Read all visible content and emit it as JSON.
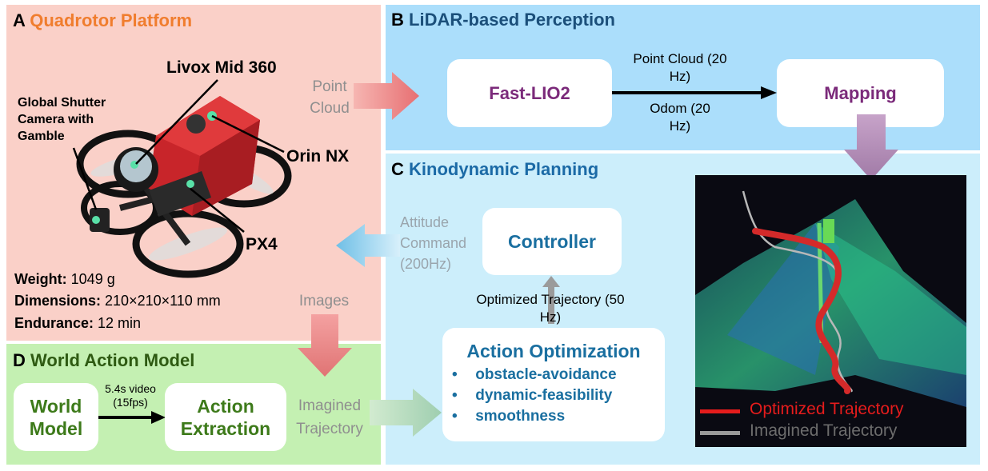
{
  "colors": {
    "panel_a": "#fad0c8",
    "panel_b": "#abdefb",
    "panel_c": "#cceefb",
    "panel_d": "#c4f0b2",
    "orange": "#f07d2e",
    "blue_title": "#1b6aa6",
    "green_title": "#2e5a12",
    "purple": "#7b2a7a",
    "teal": "#1a6fa0",
    "green_box": "#3d7a1a",
    "red_traj": "#e51c1c",
    "gray_traj": "#9a9a9a"
  },
  "panel_a": {
    "letter": "A",
    "title": "Quadrotor Platform",
    "labels": {
      "lidar": "Livox Mid 360",
      "camera": "Global Shutter Camera with Gamble",
      "orin": "Orin NX",
      "px4": "PX4"
    },
    "specs": [
      {
        "key": "Weight:",
        "value": " 1049 g"
      },
      {
        "key": "Dimensions:",
        "value": " 210×210×110 mm"
      },
      {
        "key": "Endurance:",
        "value": " 12 min"
      }
    ]
  },
  "panel_b": {
    "letter": "B",
    "title": "LiDAR-based Perception",
    "input_label": "Point Cloud",
    "fastlio": "Fast-LIO2",
    "mapping": "Mapping",
    "edge_top": "Point Cloud (20 Hz)",
    "edge_bottom": "Odom (20 Hz)"
  },
  "panel_c": {
    "letter": "C",
    "title": "Kinodynamic Planning",
    "controller": "Controller",
    "attitude": "Attitude Command (200Hz)",
    "opt_traj": "Optimized Trajectory (50 Hz)",
    "action_opt_title": "Action Optimization",
    "bullets": [
      "obstacle-avoidance",
      "dynamic-feasibility",
      "smoothness"
    ],
    "legend": {
      "optimized": "Optimized Trajectory",
      "imagined": "Imagined Trajectory"
    }
  },
  "panel_d": {
    "letter": "D",
    "title": "World Action Model",
    "world_model": "World Model",
    "edge": "5.4s video (15fps)",
    "action_extraction": "Action Extraction",
    "imagined": "Imagined Trajectory"
  },
  "images_label": "Images"
}
